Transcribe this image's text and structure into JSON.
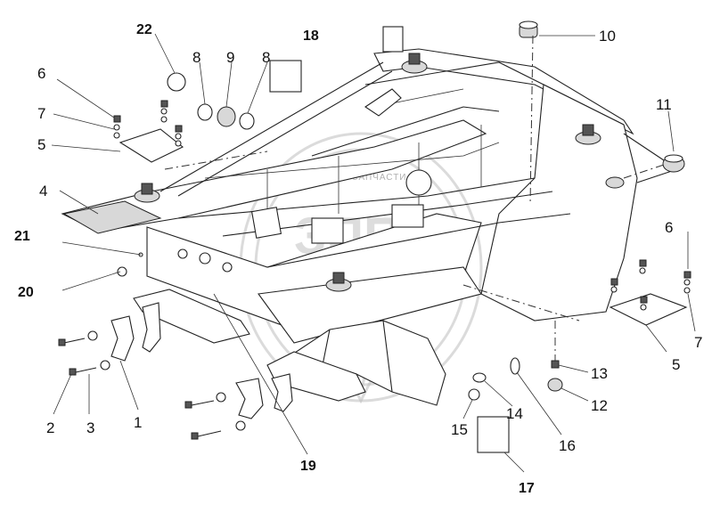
{
  "callouts": {
    "c1": "1",
    "c2": "2",
    "c3": "3",
    "c4": "4",
    "c5a": "5",
    "c5b": "5",
    "c6a": "6",
    "c6b": "6",
    "c7a": "7",
    "c7b": "7",
    "c8a": "8",
    "c8b": "8",
    "c9": "9",
    "c10": "10",
    "c11": "11",
    "c12": "12",
    "c13": "13",
    "c14": "14",
    "c15": "15",
    "c16": "16",
    "c17": "17",
    "c18": "18",
    "c19": "19",
    "c20": "20",
    "c21": "21",
    "c22": "22"
  },
  "watermark": {
    "text": "ТЕХНИКА • ЗАПЧАСТИ",
    "logo": "ЗПП"
  },
  "colors": {
    "line": "#222222",
    "background": "#ffffff",
    "watermark": "#bdbdbd"
  }
}
